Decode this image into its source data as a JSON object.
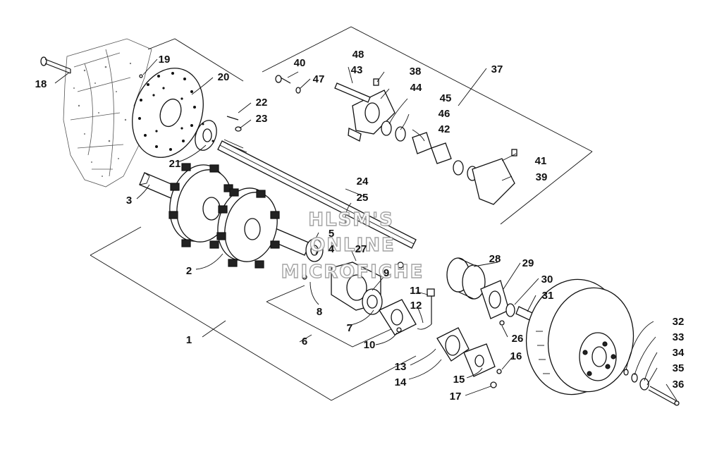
{
  "watermark": {
    "line1": "HLSM'S",
    "line2": "ONLINE",
    "line3": "MICROFICHE"
  },
  "callouts": [
    "1",
    "2",
    "3",
    "4",
    "5",
    "6",
    "7",
    "8",
    "9",
    "10",
    "11",
    "12",
    "13",
    "14",
    "15",
    "16",
    "17",
    "18",
    "19",
    "20",
    "21",
    "22",
    "23",
    "24",
    "25",
    "26",
    "27",
    "28",
    "29",
    "30",
    "31",
    "32",
    "33",
    "34",
    "35",
    "36",
    "37",
    "38",
    "39",
    "40",
    "41",
    "42",
    "43",
    "44",
    "45",
    "46",
    "47",
    "48"
  ]
}
